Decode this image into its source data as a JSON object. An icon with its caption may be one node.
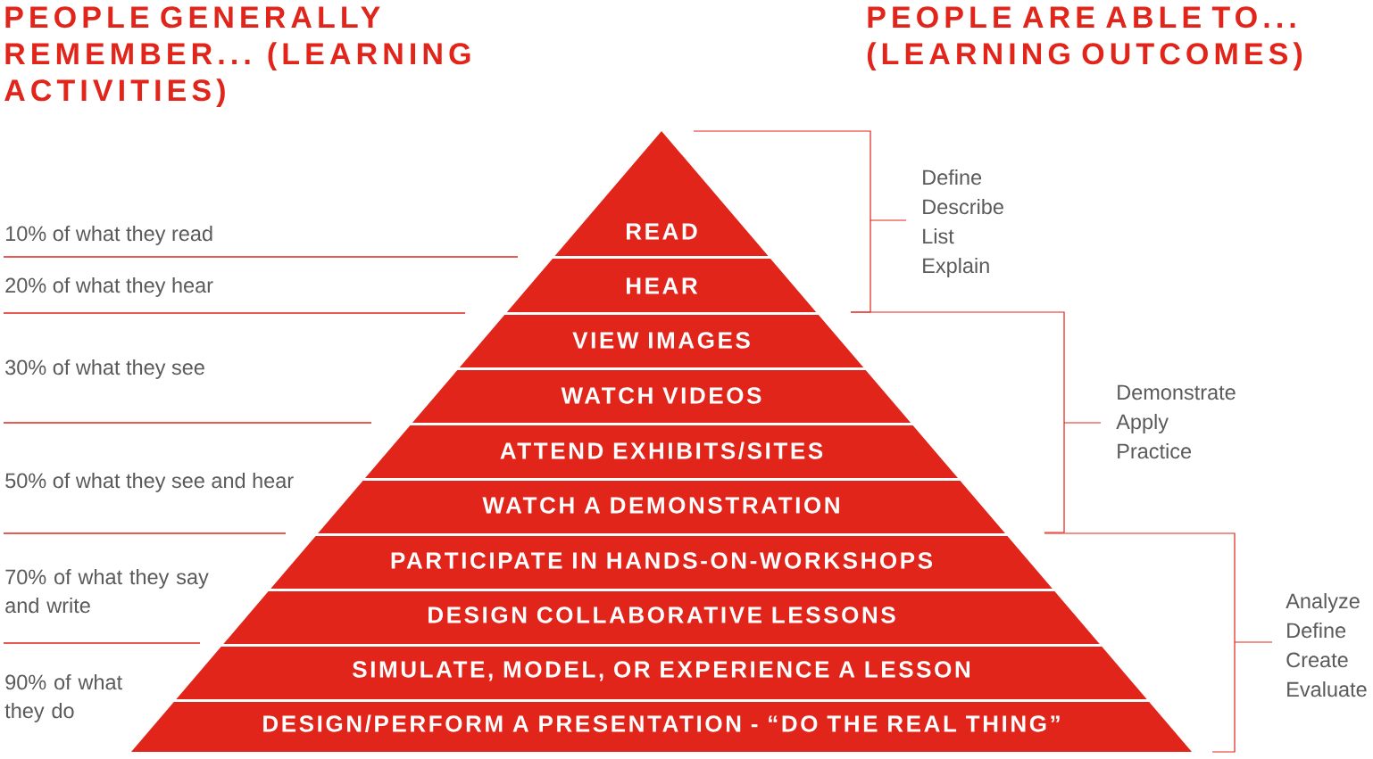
{
  "diagram": {
    "nodes": [
      {
        "text": [
          "READ"
        ]
      },
      {
        "text": [
          "HEAR"
        ]
      },
      {
        "text": [
          "VIEW IMAGES"
        ]
      },
      {
        "text": [
          "WATCH VIDEOS"
        ]
      },
      {
        "text": [
          "ATTEND EXHIBITS/SITES"
        ]
      },
      {
        "text": [
          "WATCH A DEMONSTRATION"
        ]
      },
      {
        "text": [
          "PARTICIPATE IN HANDS-ON-WORKSHOPS"
        ]
      },
      {
        "text": [
          "DESIGN COLLABORATIVE LESSONS"
        ]
      },
      {
        "text": [
          "SIMULATE, MODEL, OR EXPERIENCE A LESSON"
        ]
      },
      {
        "text": [
          "DESIGN/PERFORM A PRESENTATION - “DO THE REAL THING”"
        ]
      }
    ],
    "labels": [
      "PEOPLE GENERALLY REMEMBER... (LEARNING ACTIVITIES)",
      "PEOPLE ARE ABLE TO... (LEARNING OUTCOMES)",
      "10% of what they read",
      "20% of what they hear",
      "30% of what they see",
      "50% of what they see and hear",
      "70% of what they say and write",
      "90% of what they do",
      "Define",
      "Describe",
      "List",
      "Explain",
      "Demonstrate",
      "Apply",
      "Practice",
      "Analyze",
      "Define",
      "Create",
      "Evaluate"
    ]
  }
}
